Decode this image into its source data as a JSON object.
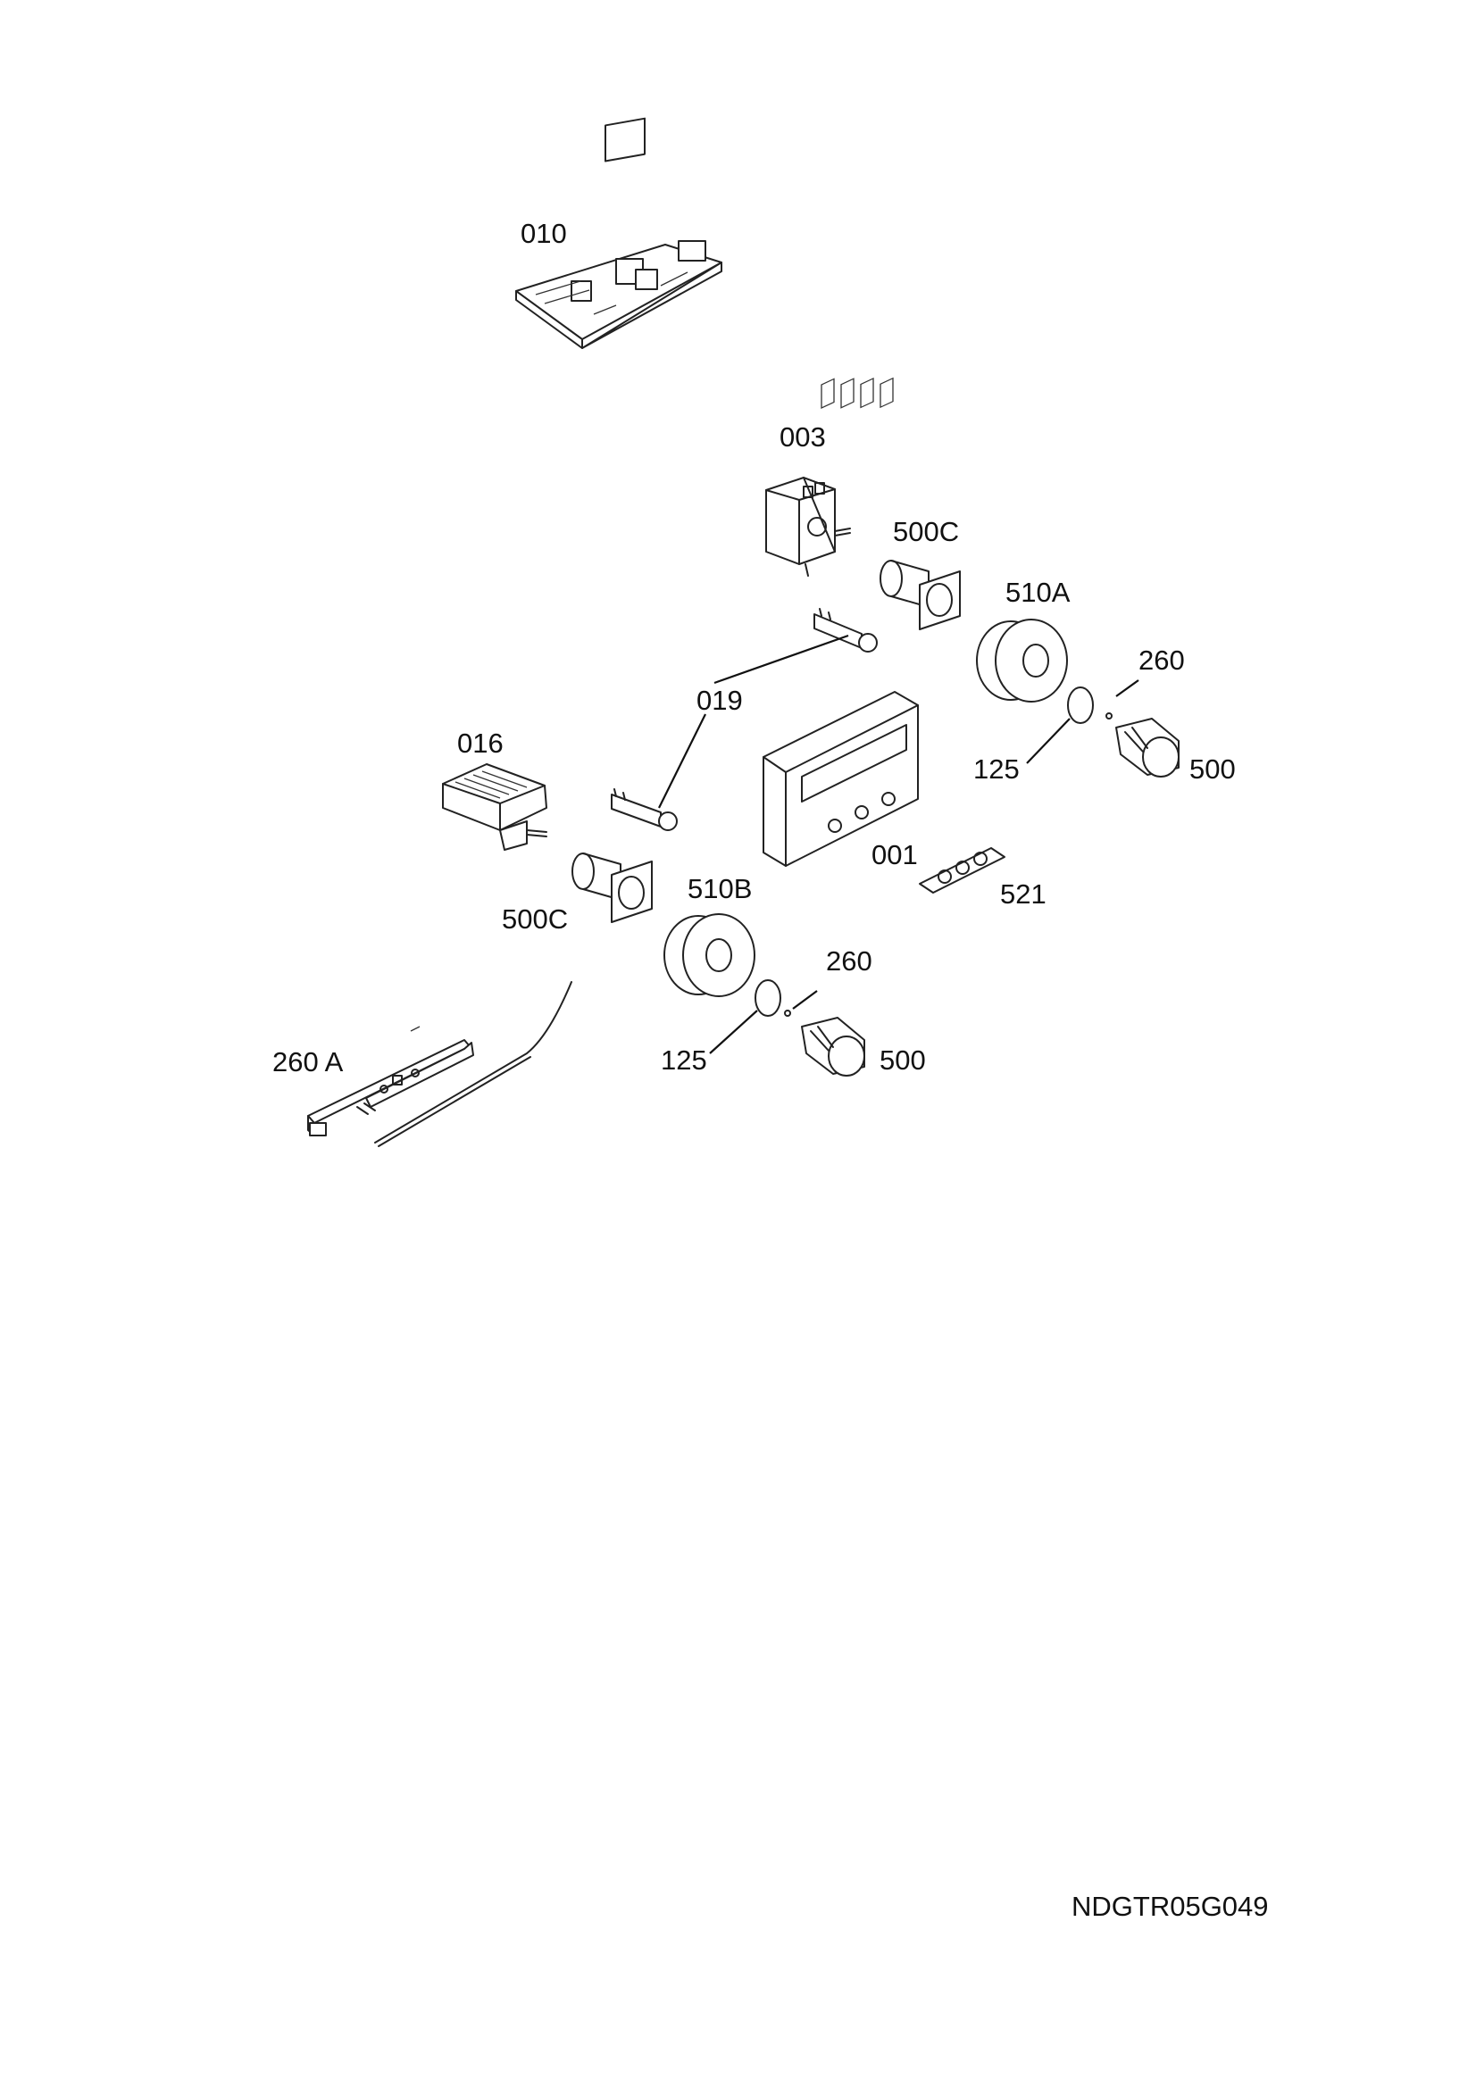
{
  "callouts": {
    "c010": "010",
    "c003": "003",
    "c500C_top": "500C",
    "c510A": "510A",
    "c260_top": "260",
    "c019": "019",
    "c016": "016",
    "c125_top": "125",
    "c500_top": "500",
    "c001": "001",
    "c521": "521",
    "c500C_left": "500C",
    "c510B": "510B",
    "c260_bottom": "260",
    "c260A": "260 A",
    "c125_bottom": "125",
    "c500_bottom": "500"
  },
  "drawing_code": "NDGTR05G049",
  "parts": [
    {
      "id": "010",
      "icon": "circuit-board-icon"
    },
    {
      "id": "003",
      "icon": "rotary-switch-icon"
    },
    {
      "id": "500C",
      "icon": "knob-bushing-icon"
    },
    {
      "id": "510A",
      "icon": "knob-ring-icon"
    },
    {
      "id": "260",
      "icon": "spring-clip-icon"
    },
    {
      "id": "019",
      "icon": "indicator-lamp-icon"
    },
    {
      "id": "016",
      "icon": "selector-switch-icon"
    },
    {
      "id": "125",
      "icon": "o-ring-icon"
    },
    {
      "id": "500",
      "icon": "control-knob-icon"
    },
    {
      "id": "001",
      "icon": "digital-timer-icon"
    },
    {
      "id": "521",
      "icon": "button-set-icon"
    },
    {
      "id": "510B",
      "icon": "knob-ring-icon"
    },
    {
      "id": "260 A",
      "icon": "bracket-rail-icon"
    }
  ]
}
